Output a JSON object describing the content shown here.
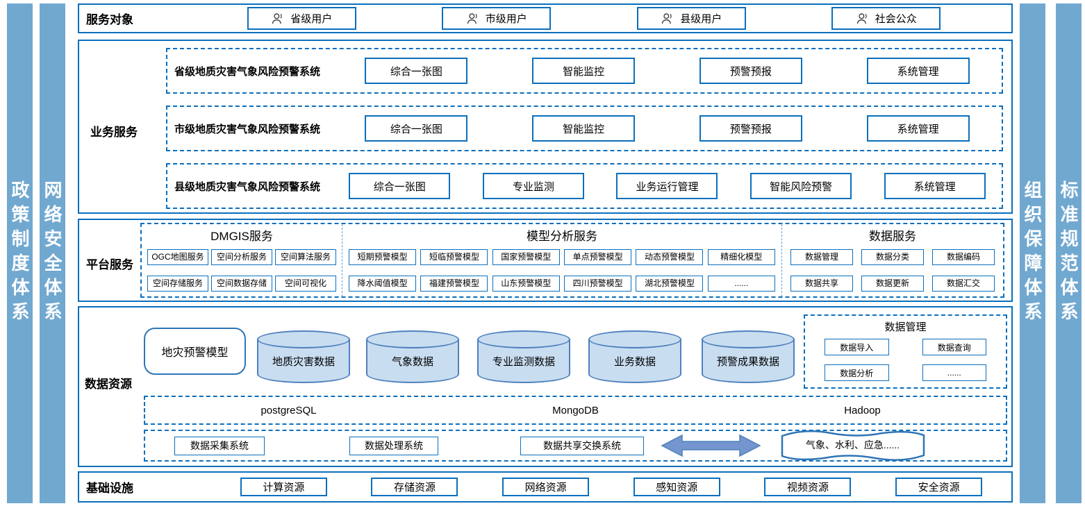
{
  "colors": {
    "border_blue": "#0a6fbd",
    "pillar_blue": "#71A8D0",
    "cylinder_fill": "#C8DDF0",
    "cylinder_stroke": "#4F81BD",
    "arrow_fill": "#7495CE",
    "round_box_stroke": "#2E75B6"
  },
  "pillars": {
    "left": [
      "政策制度体系",
      "网络安全体系"
    ],
    "right": [
      "组织保障体系",
      "标准规范体系"
    ]
  },
  "service_targets": {
    "label": "服务对象",
    "items": [
      "省级用户",
      "市级用户",
      "县级用户",
      "社会公众"
    ]
  },
  "business": {
    "label": "业务服务",
    "systems": [
      {
        "name": "省级地质灾害气象风险预警系统",
        "modules": [
          "综合一张图",
          "智能监控",
          "预警预报",
          "系统管理"
        ]
      },
      {
        "name": "市级地质灾害气象风险预警系统",
        "modules": [
          "综合一张图",
          "智能监控",
          "预警预报",
          "系统管理"
        ]
      },
      {
        "name": "县级地质灾害气象风险预警系统",
        "modules": [
          "综合一张图",
          "专业监测",
          "业务运行管理",
          "智能风险预警",
          "系统管理"
        ]
      }
    ]
  },
  "platform": {
    "label": "平台服务",
    "groups": [
      {
        "title": "DMGIS服务",
        "rows": [
          [
            "OGC地图服务",
            "空间分析服务",
            "空间算法服务"
          ],
          [
            "空间存储服务",
            "空间数据存储",
            "空间可视化"
          ]
        ]
      },
      {
        "title": "模型分析服务",
        "rows": [
          [
            "短期预警模型",
            "短临预警模型",
            "国家预警模型",
            "单点预警模型",
            "动态预警模型",
            "精细化模型"
          ],
          [
            "降水阈值模型",
            "福建预警模型",
            "山东预警模型",
            "四川预警模型",
            "湖北预警模型",
            "......"
          ]
        ]
      },
      {
        "title": "数据服务",
        "rows": [
          [
            "数据管理",
            "数据分类",
            "数据编码"
          ],
          [
            "数据共享",
            "数据更新",
            "数据汇交"
          ]
        ]
      }
    ]
  },
  "data": {
    "label": "数据资源",
    "model_box": "地灾预警模型",
    "databases": [
      "地质灾害数据",
      "气象数据",
      "专业监测数据",
      "业务数据",
      "预警成果数据"
    ],
    "management": {
      "title": "数据管理",
      "items": [
        "数据导入",
        "数据查询",
        "数据分析",
        "......"
      ]
    },
    "storage": [
      "postgreSQL",
      "MongoDB",
      "Hadoop"
    ],
    "systems": [
      "数据采集系统",
      "数据处理系统",
      "数据共享交换系统"
    ],
    "external": "气象、水利、应急......"
  },
  "infra": {
    "label": "基础设施",
    "items": [
      "计算资源",
      "存储资源",
      "网络资源",
      "感知资源",
      "视频资源",
      "安全资源"
    ]
  }
}
